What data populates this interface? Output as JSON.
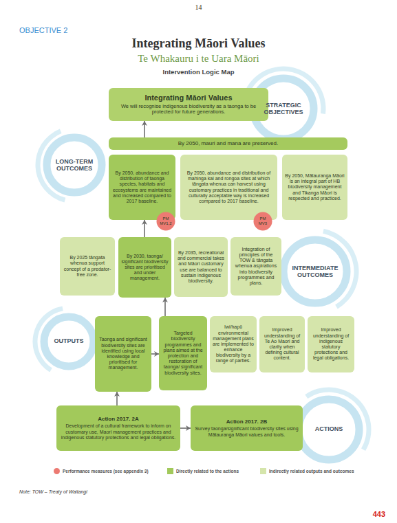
{
  "diagram": {
    "title": "Integrating Māori Values",
    "nodes": [
      {
        "text": [
          "Integrating Māori Values",
          "We will recognise indigenous biodiversity as a taonga to be protected for future generations."
        ]
      },
      {
        "text": [
          "By 2050, mauri and mana are preserved."
        ]
      },
      {
        "text": [
          "By 2050, abundance and distribution of taonga species, habitats and ecosystems are maintained and increased compared to 2017 baseline."
        ]
      },
      {
        "text": [
          "By 2050, abundance and distribution of mahinga kai and rongoa sites at which tāngata whenua can harvest using customary practices in traditional and culturally acceptable way is increased compared to 2017 baseline."
        ]
      },
      {
        "text": [
          "By 2050, Mātauranga Māori is an integral part of HB biodiversity management and Tikanga Māori is respected and practiced."
        ]
      },
      {
        "text": [
          "PM MV1,2"
        ]
      },
      {
        "text": [
          "PM MV3"
        ]
      },
      {
        "text": [
          "By 2025 tāngata whenua support concept of a predator-free zone."
        ]
      },
      {
        "text": [
          "By 2030, taonga/ significant biodiversity sites are prioritised and under management."
        ]
      },
      {
        "text": [
          "By 2035, recreational and commercial takes and Māori customary use are balanced to sustain indigenous biodiversity."
        ]
      },
      {
        "text": [
          "Integration of principles of the TOW & tāngata whenua aspirations into biodiversity programmes and plans."
        ]
      },
      {
        "text": [
          "Taonga and significant biodiversity sites are identified using local knowledge and prioritised for management."
        ]
      },
      {
        "text": [
          "Targeted biodiversity programmes and plans aimed at the protection and restoration of taonga/ significant biodiversity sites."
        ]
      },
      {
        "text": [
          "Iwi/hapū environmental management plans are implemented to enhance biodiversity by a range of parties."
        ]
      },
      {
        "text": [
          "Improved understanding of Te Ao Maori and clarity when defining cultural content."
        ]
      },
      {
        "text": [
          "Improved understanding of indigenous statutory protections and legal obligations."
        ]
      },
      {
        "text": [
          "Action 2017. 2A",
          "Development of a cultural framework to inform on customary use, Maori management practices and indigenous statutory protections and legal obligations."
        ]
      },
      {
        "text": [
          "Action 2017. 2B",
          "Survey taonga/significant biodiversity sites using Mātauranga Māori values and tools."
        ]
      }
    ],
    "edges": [
      {
        "from": 16,
        "to": 17,
        "arrow": "to"
      },
      {
        "from": 16,
        "to": 11,
        "arrow": "to"
      },
      {
        "from": 11,
        "to": 12,
        "arrow": "to"
      },
      {
        "from": 12,
        "to": 8,
        "arrow": "to"
      },
      {
        "from": 8,
        "to": 2,
        "arrow": "to"
      },
      {
        "from": 1,
        "to": 0,
        "arrow": "to"
      }
    ],
    "labels": [
      "14",
      "OBJECTIVE 2",
      "Te Whakauru i te Uara Māori",
      "Intervention Logic Map",
      "STRATEGIC OBJECTIVES",
      "LONG-TERM OUTCOMES",
      "INTERMEDIATE OUTCOMES",
      "OUTPUTS",
      "ACTIONS",
      "Note: TOW – Treaty of Waitangi",
      "443"
    ],
    "legend": [
      {
        "text": "Performance measures (see appendix 3)",
        "color": "#ec7a72"
      },
      {
        "text": "Directly related to the actions",
        "color": "#a2c95b"
      },
      {
        "text": "Indirectly related outputs and outcomes",
        "color": "#d5e5ab"
      }
    ]
  }
}
